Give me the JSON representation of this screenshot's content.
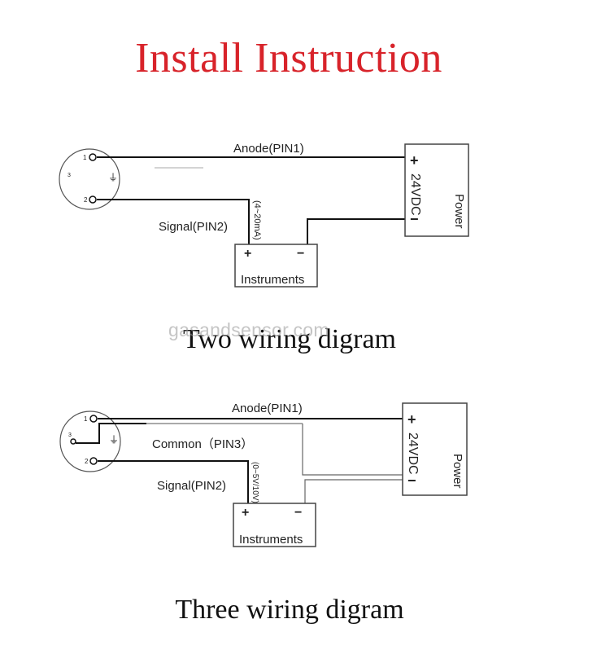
{
  "title": "Install Instruction",
  "watermark": "gasandsensor.com",
  "diagram1": {
    "caption": "Two wiring digram",
    "anode_label": "Anode(PIN1)",
    "signal_label": "Signal(PIN2)",
    "signal_range": "(4~20mA)",
    "instruments_label": "Instruments",
    "power_label": "Power",
    "voltage_label": "24VDC",
    "plus": "+",
    "minus": "−",
    "pins": {
      "p1": "1",
      "p2": "2",
      "p3": "3",
      "ground": "⏚"
    }
  },
  "diagram2": {
    "caption": "Three wiring digram",
    "anode_label": "Anode(PIN1)",
    "common_label": "Common（PIN3）",
    "signal_label": "Signal(PIN2)",
    "signal_range": "(0~5V/10V)",
    "instruments_label": "Instruments",
    "power_label": "Power",
    "voltage_label": "24VDC",
    "plus": "+",
    "minus": "−",
    "pins": {
      "p1": "1",
      "p2": "2",
      "p3": "3",
      "ground": "⏚"
    }
  },
  "colors": {
    "title": "#d8232a",
    "wire": "#111111"
  }
}
